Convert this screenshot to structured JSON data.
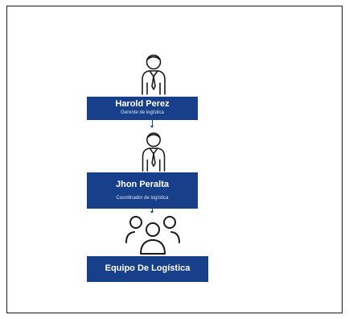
{
  "nodes": [
    {
      "name": "Harold Perez",
      "role": "Gerente de logística"
    },
    {
      "name": "Jhon Peralta",
      "role": "Coordinador de logística"
    },
    {
      "name": "Equipo De Logística"
    }
  ],
  "icons": [
    "person-tie-icon",
    "person-tie-icon",
    "team-group-icon"
  ],
  "colors": {
    "box": "#173f8a",
    "text": "#ffffff",
    "icon_stroke": "#1a1a1a",
    "border": "#1a1a1a"
  }
}
